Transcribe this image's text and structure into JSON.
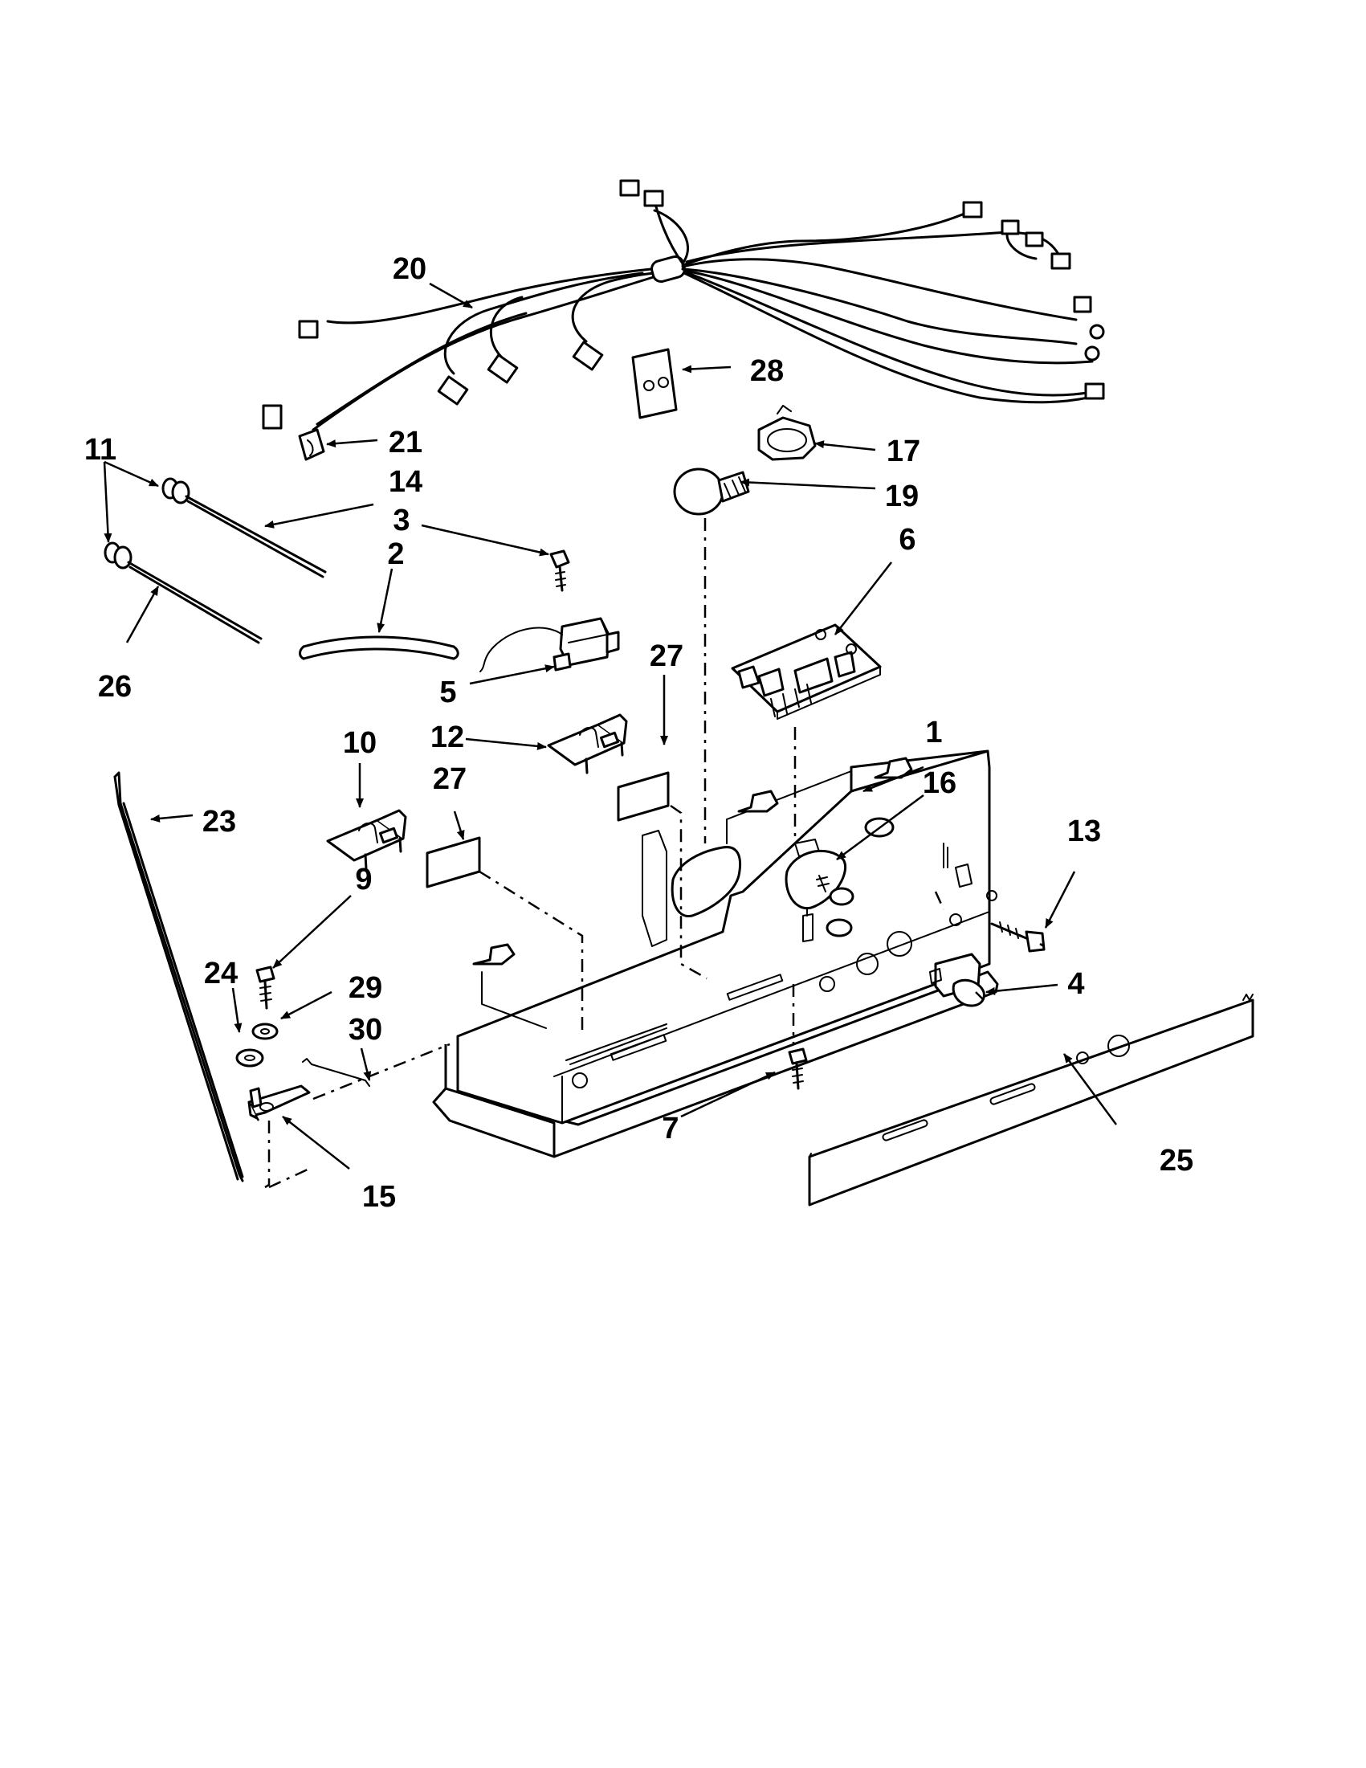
{
  "diagram": {
    "callouts": [
      {
        "id": "c1",
        "label": "1"
      },
      {
        "id": "c2",
        "label": "2"
      },
      {
        "id": "c3",
        "label": "3"
      },
      {
        "id": "c4",
        "label": "4"
      },
      {
        "id": "c5",
        "label": "5"
      },
      {
        "id": "c6",
        "label": "6"
      },
      {
        "id": "c7",
        "label": "7"
      },
      {
        "id": "c9",
        "label": "9"
      },
      {
        "id": "c10",
        "label": "10"
      },
      {
        "id": "c11",
        "label": "11"
      },
      {
        "id": "c12",
        "label": "12"
      },
      {
        "id": "c13",
        "label": "13"
      },
      {
        "id": "c14",
        "label": "14"
      },
      {
        "id": "c15",
        "label": "15"
      },
      {
        "id": "c16",
        "label": "16"
      },
      {
        "id": "c17",
        "label": "17"
      },
      {
        "id": "c19",
        "label": "19"
      },
      {
        "id": "c20",
        "label": "20"
      },
      {
        "id": "c21",
        "label": "21"
      },
      {
        "id": "c23",
        "label": "23"
      },
      {
        "id": "c24",
        "label": "24"
      },
      {
        "id": "c25",
        "label": "25"
      },
      {
        "id": "c26",
        "label": "26"
      },
      {
        "id": "c27a",
        "label": "27"
      },
      {
        "id": "c27b",
        "label": "27"
      },
      {
        "id": "c28",
        "label": "28"
      },
      {
        "id": "c29",
        "label": "29"
      },
      {
        "id": "c30",
        "label": "30"
      }
    ]
  }
}
